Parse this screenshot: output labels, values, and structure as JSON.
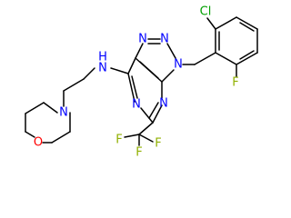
{
  "molecule": {
    "atom_labels": {
      "cl": "Cl",
      "f_aryl": "F",
      "n_triazole_1": "N",
      "n_triazole_2": "N",
      "n_triazole_3": "N",
      "n_amine": "N",
      "h_amine": "H",
      "n_pyrimidine_1": "N",
      "n_pyrimidine_2": "N",
      "n_morpholine": "N",
      "o_morpholine": "O",
      "f_cf3_1": "F",
      "f_cf3_2": "F",
      "f_cf3_3": "F"
    },
    "colors": {
      "bond": "#000000",
      "nitrogen": "#0000ff",
      "oxygen": "#ff0000",
      "chlorine": "#00a000",
      "fluorine": "#90b000",
      "carbon": "#000000"
    }
  }
}
